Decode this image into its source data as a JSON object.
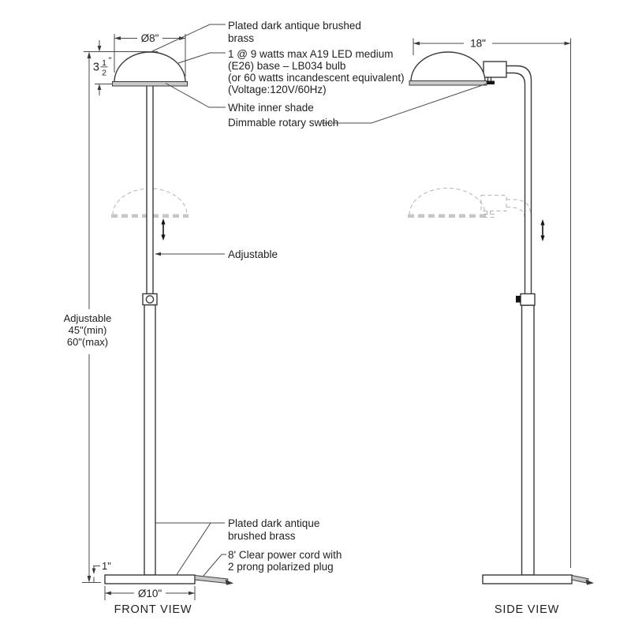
{
  "drawing_type": "floor lamp technical line drawing, front and side orthographic views",
  "views": {
    "front_label": "FRONT VIEW",
    "side_label": "SIDE VIEW"
  },
  "dimensions": {
    "shade_diameter": "Ø8\"",
    "shade_height_whole": "3",
    "shade_height_numerator": "1",
    "shade_height_denominator": "2",
    "shade_height_unit": "\"",
    "overall_height_line1": "Adjustable",
    "overall_height_line2": "45\"(min)",
    "overall_height_line3": "60\"(max)",
    "base_height": "1\"",
    "base_diameter": "Ø10\"",
    "side_depth": "18\""
  },
  "annotations": {
    "shade_finish_line1": "Plated dark antique brushed",
    "shade_finish_line2": "brass",
    "bulb_line1": "1 @ 9 watts max A19 LED medium",
    "bulb_line2": "(E26) base – LB034 bulb",
    "bulb_line3": "(or 60 watts incandescent equivalent)",
    "bulb_line4": "(Voltage:120V/60Hz)",
    "inner_shade": "White inner shade",
    "switch": "Dimmable rotary swtich",
    "adjustable": "Adjustable",
    "pole_finish_line1": "Plated dark antique",
    "pole_finish_line2": "brushed brass",
    "cord_line1": "8' Clear power cord with",
    "cord_line2": "2 prong polarized plug"
  },
  "colors": {
    "background": "#ffffff",
    "line": "#3a3a3a",
    "dimension_line": "#4a4a4a",
    "text": "#1f1f1f",
    "shade_rim_fill": "#c9c9c9",
    "ghost_dashed": "#b3b3b3",
    "switch_black": "#141414"
  }
}
